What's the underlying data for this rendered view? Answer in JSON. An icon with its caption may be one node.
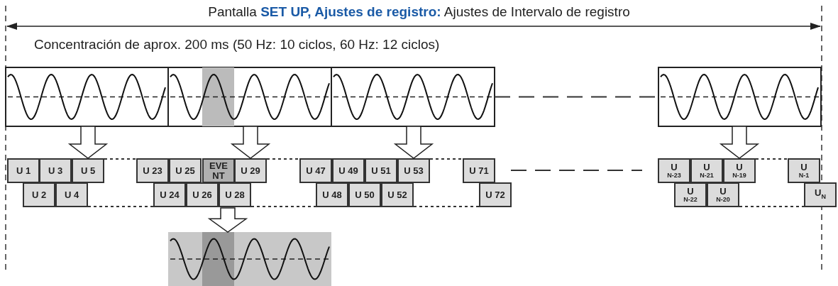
{
  "diagram": {
    "title": "Pantalla **SET UP, Ajustes de registro:** Ajustes de Intervalo de registro",
    "nodes": [
      {
        "text": [],
        "shape": "picture"
      },
      {
        "text": [],
        "shape": "picture"
      },
      {
        "text": [],
        "shape": "picture"
      },
      {
        "text": [],
        "shape": "picture"
      },
      {
        "text": [
          "U 1"
        ]
      },
      {
        "text": [
          "U 3"
        ]
      },
      {
        "text": [
          "U 5"
        ]
      },
      {
        "text": [
          "U 23"
        ]
      },
      {
        "text": [
          "U 25"
        ]
      },
      {
        "text": [
          "EVE NT"
        ]
      },
      {
        "text": [
          "U 29"
        ]
      },
      {
        "text": [
          "U 47"
        ]
      },
      {
        "text": [
          "U 49"
        ]
      },
      {
        "text": [
          "U 51"
        ]
      },
      {
        "text": [
          "U 53"
        ]
      },
      {
        "text": [
          "U 71"
        ]
      },
      {
        "text": [
          "U$_{N-23}$"
        ]
      },
      {
        "text": [
          "U$_{N-21}$"
        ]
      },
      {
        "text": [
          "U$_{N-19}$"
        ]
      },
      {
        "text": [
          "U$_{N-1}$"
        ]
      },
      {
        "text": [
          "U 2"
        ]
      },
      {
        "text": [
          "U 4"
        ]
      },
      {
        "text": [
          "U 24"
        ]
      },
      {
        "text": [
          "U 26"
        ]
      },
      {
        "text": [
          "U 28"
        ]
      },
      {
        "text": [
          "U 48"
        ]
      },
      {
        "text": [
          "U 50"
        ]
      },
      {
        "text": [
          "U 52"
        ]
      },
      {
        "text": [
          "U 72"
        ]
      },
      {
        "text": [
          "U$_{N-22}$"
        ]
      },
      {
        "text": [
          "U$_{N-20}$"
        ]
      },
      {
        "text": [
          "U$_{N}$"
        ]
      },
      {
        "text": [],
        "shape": "picture"
      }
    ],
    "edges": [
      {
        "from": 0,
        "to": 6,
        "arrow": "to"
      },
      {
        "from": 1,
        "to": 10,
        "arrow": "to"
      },
      {
        "from": 2,
        "to": 14,
        "arrow": "to"
      },
      {
        "from": 3,
        "to": 18,
        "arrow": "to"
      },
      {
        "from": 24,
        "to": 32,
        "arrow": "to"
      },
      {
        "from": 2,
        "to": 3,
        "arrow": "none",
        "style": "dashed"
      },
      {
        "from": 6,
        "to": 7,
        "arrow": "none",
        "style": "dashed"
      },
      {
        "from": 10,
        "to": 11,
        "arrow": "none",
        "style": "dashed"
      },
      {
        "from": 14,
        "to": 15,
        "arrow": "none",
        "style": "dashed"
      },
      {
        "from": 18,
        "to": 19,
        "arrow": "none",
        "style": "dashed"
      },
      {
        "from": 21,
        "to": 22,
        "arrow": "none",
        "style": "dashed"
      },
      {
        "from": 24,
        "to": 25,
        "arrow": "none",
        "style": "dashed"
      },
      {
        "from": 27,
        "to": 28,
        "arrow": "none",
        "style": "dashed"
      },
      {
        "from": 30,
        "to": 31,
        "arrow": "none",
        "style": "dashed"
      }
    ],
    "labels": [
      "Concentración de aprox. 200 ms (50 Hz: 10 ciclos, 60 Hz: 12 ciclos)"
    ]
  }
}
